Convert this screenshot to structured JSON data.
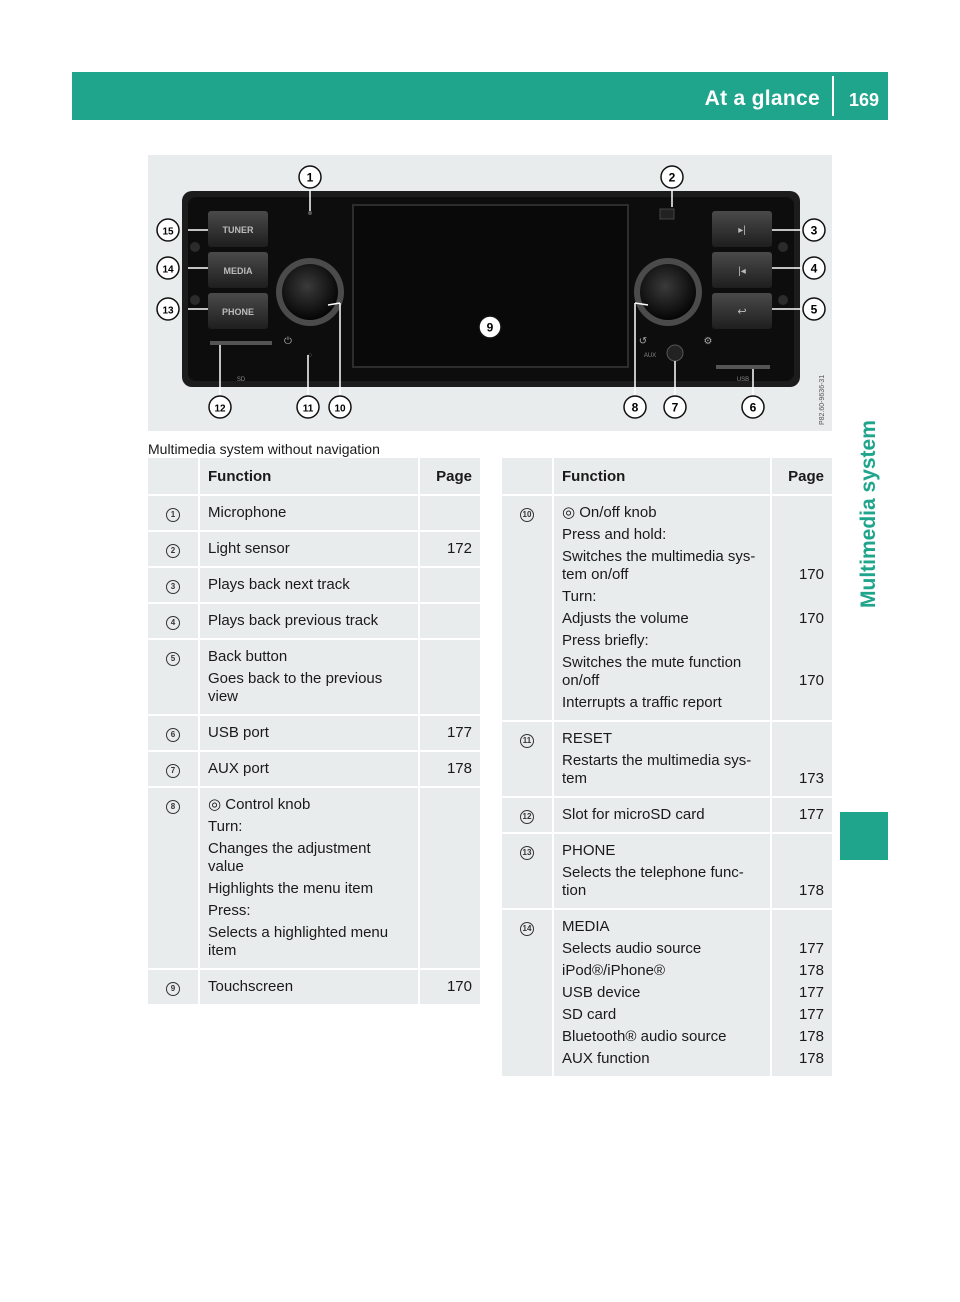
{
  "header": {
    "title": "At a glance",
    "page": "169"
  },
  "side": {
    "title": "Multimedia system"
  },
  "photo": {
    "caption": "Multimedia system without navigation",
    "code": "P82.60-9636-31",
    "buttons": {
      "tuner": "TUNER",
      "media": "MEDIA",
      "phone": "PHONE",
      "sd": "SD",
      "usb": "USB",
      "aux": "AUX"
    },
    "callouts": [
      "1",
      "2",
      "3",
      "4",
      "5",
      "6",
      "7",
      "8",
      "9",
      "10",
      "11",
      "12",
      "13",
      "14",
      "15"
    ]
  },
  "table_headers": {
    "function": "Function",
    "page": "Page"
  },
  "left_rows": [
    {
      "num": "1",
      "lines": [
        "Microphone"
      ],
      "pages": [
        ""
      ]
    },
    {
      "num": "2",
      "lines": [
        "Light sensor"
      ],
      "pages": [
        "172"
      ]
    },
    {
      "num": "3",
      "lines": [
        "Plays back next track"
      ],
      "pages": [
        ""
      ]
    },
    {
      "num": "4",
      "lines": [
        "Plays back previous track"
      ],
      "pages": [
        ""
      ]
    },
    {
      "num": "5",
      "lines": [
        "Back button",
        "Goes back to the previous view"
      ],
      "pages": [
        "",
        ""
      ]
    },
    {
      "num": "6",
      "lines": [
        "USB port"
      ],
      "pages": [
        "177"
      ]
    },
    {
      "num": "7",
      "lines": [
        "AUX port"
      ],
      "pages": [
        "178"
      ]
    },
    {
      "num": "8",
      "lines": [
        "◎ Control knob",
        "Turn:",
        "Changes the adjustment value",
        "Highlights the menu item",
        "Press:",
        "Selects a highlighted menu item"
      ],
      "pages": [
        "",
        "",
        "",
        "",
        "",
        ""
      ]
    },
    {
      "num": "9",
      "lines": [
        "Touchscreen"
      ],
      "pages": [
        "170"
      ]
    }
  ],
  "right_rows": [
    {
      "num": "10",
      "lines": [
        "◎ On/off knob",
        "Press and hold:",
        "Switches the multimedia sys-tem on/off",
        "Turn:",
        "Adjusts the volume",
        "Press briefly:",
        "Switches the mute function on/off",
        "Interrupts a traffic report"
      ],
      "pages": [
        "",
        "",
        "170",
        "",
        "170",
        "",
        "170",
        ""
      ]
    },
    {
      "num": "11",
      "lines": [
        "RESET",
        "Restarts the multimedia sys-tem"
      ],
      "pages": [
        "",
        "173"
      ]
    },
    {
      "num": "12",
      "lines": [
        "Slot for microSD card"
      ],
      "pages": [
        "177"
      ]
    },
    {
      "num": "13",
      "lines": [
        "PHONE",
        "Selects the telephone func-tion"
      ],
      "pages": [
        "",
        "178"
      ]
    },
    {
      "num": "14",
      "lines": [
        "MEDIA",
        "Selects audio source",
        "iPod®/iPhone®",
        "USB device",
        "SD card",
        "Bluetooth® audio source",
        "AUX function"
      ],
      "pages": [
        "",
        "177",
        "178",
        "177",
        "177",
        "178",
        "178"
      ]
    }
  ]
}
